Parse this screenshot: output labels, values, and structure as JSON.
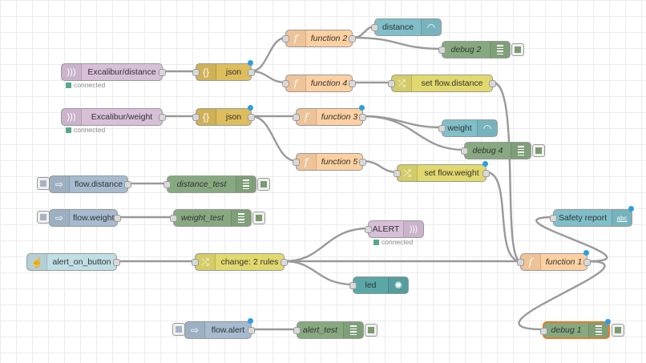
{
  "nodes": {
    "mqtt_distance": {
      "label": "Excalibur/distance",
      "status": "connected",
      "color": "#d8bfd8",
      "icon": "radio-waves-icon"
    },
    "json_1": {
      "label": "json",
      "color": "#debd5c",
      "icon": "braces-icon"
    },
    "function_2": {
      "label": "function 2",
      "color": "#fdd0a2",
      "icon": "function-icon"
    },
    "distance_gauge": {
      "label": "distance",
      "color": "#7fbfc9",
      "icon": "gauge-icon"
    },
    "debug_2": {
      "label": "debug 2",
      "color": "#87a980",
      "icon": "list-icon"
    },
    "function_4": {
      "label": "function 4",
      "color": "#fdd0a2",
      "icon": "function-icon"
    },
    "set_flow_distance": {
      "label": "set flow.distance",
      "color": "#e2d96e",
      "icon": "shuffle-icon"
    },
    "mqtt_weight": {
      "label": "Excalibur/weight",
      "status": "connected",
      "color": "#d8bfd8",
      "icon": "radio-waves-icon"
    },
    "json_2": {
      "label": "json",
      "color": "#debd5c",
      "icon": "braces-icon"
    },
    "function_3": {
      "label": "function 3",
      "color": "#fdd0a2",
      "icon": "function-icon"
    },
    "weight_gauge": {
      "label": "weight",
      "color": "#7fbfc9",
      "icon": "gauge-icon"
    },
    "debug_4": {
      "label": "debug 4",
      "color": "#87a980",
      "icon": "list-icon"
    },
    "function_5": {
      "label": "function 5",
      "color": "#fdd0a2",
      "icon": "function-icon"
    },
    "set_flow_weight": {
      "label": "set flow.weight",
      "color": "#e2d96e",
      "icon": "shuffle-icon"
    },
    "inject_distance": {
      "label": "flow.distance",
      "color": "#a6bbcf",
      "icon": "arrow-right-icon"
    },
    "distance_test": {
      "label": "distance_test",
      "color": "#87a980",
      "icon": "list-icon"
    },
    "inject_weight": {
      "label": "flow.weight",
      "color": "#a6bbcf",
      "icon": "arrow-right-icon"
    },
    "weight_test": {
      "label": "weight_test",
      "color": "#87a980",
      "icon": "list-icon"
    },
    "alert_out": {
      "label": "ALERT",
      "status": "connected",
      "color": "#d8bfd8",
      "icon": "radio-waves-icon"
    },
    "alert_button": {
      "label": "alert_on_button",
      "color": "#c0dee5",
      "icon": "hand-pointer-icon"
    },
    "change_rules": {
      "label": "change: 2 rules",
      "color": "#e2d96e",
      "icon": "shuffle-icon"
    },
    "led": {
      "label": "led",
      "color": "#5aa7a7",
      "icon": "led-icon"
    },
    "function_1": {
      "label": "function 1",
      "color": "#fdd0a2",
      "icon": "function-icon"
    },
    "safety_report": {
      "label": "Safety report",
      "color": "#7fbfc9",
      "icon": "abc-text-icon",
      "icon_text": "abc"
    },
    "debug_1": {
      "label": "debug 1",
      "color": "#87a980",
      "icon": "list-icon"
    },
    "inject_alert": {
      "label": "flow.alert",
      "color": "#a6bbcf",
      "icon": "arrow-right-icon"
    },
    "alert_test": {
      "label": "alert_test",
      "color": "#87a980",
      "icon": "list-icon"
    }
  },
  "colors": {
    "wire": "#999999",
    "selected": "#e47c2a",
    "changed_dot": "#2d9ee0",
    "status_connected": "#55aa88"
  }
}
